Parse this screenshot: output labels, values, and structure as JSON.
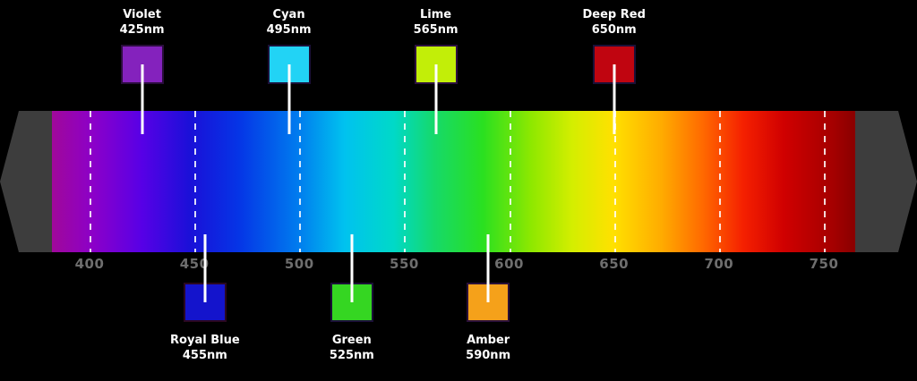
{
  "spectrum": {
    "axis": {
      "unit": "nm",
      "min": 400,
      "max": 750,
      "ticks": [
        400,
        450,
        500,
        550,
        600,
        650,
        700,
        750
      ]
    },
    "bar": {
      "left_arrow_color": "#3d3d3d",
      "right_arrow_color": "#3d3d3d",
      "gradient_start_color": "#a0089a",
      "gradient_end_color": "#7d0000"
    },
    "leds_above": [
      {
        "name": "Violet",
        "wavelength": 425,
        "label": "425nm",
        "swatch_color": "#8422bd",
        "border_color": "#2a0d3c"
      },
      {
        "name": "Cyan",
        "wavelength": 495,
        "label": "495nm",
        "swatch_color": "#22d3f5",
        "border_color": "#1b1038"
      },
      {
        "name": "Lime",
        "wavelength": 565,
        "label": "565nm",
        "swatch_color": "#c2ee08",
        "border_color": "#2d1040"
      },
      {
        "name": "Deep Red",
        "wavelength": 650,
        "label": "650nm",
        "swatch_color": "#c00510",
        "border_color": "#1b1038"
      }
    ],
    "leds_below": [
      {
        "name": "Royal Blue",
        "wavelength": 455,
        "label": "455nm",
        "swatch_color": "#1414cc",
        "border_color": "#2a0820"
      },
      {
        "name": "Green",
        "wavelength": 525,
        "label": "525nm",
        "swatch_color": "#35d622",
        "border_color": "#1b1038"
      },
      {
        "name": "Amber",
        "wavelength": 590,
        "label": "590nm",
        "swatch_color": "#f5a11a",
        "border_color": "#2a1038"
      }
    ]
  }
}
